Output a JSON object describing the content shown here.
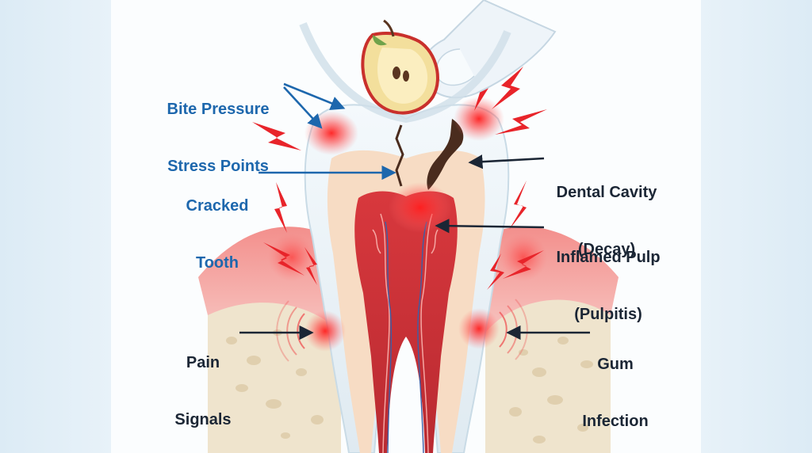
{
  "colors": {
    "blue_label": "#1d67ad",
    "dark_label": "#1b2635",
    "arrow_blue": "#1d67ad",
    "arrow_dark": "#1b2635",
    "inflammation": "#ee2a2f",
    "pain_bolt": "#e8242a",
    "gum": "#f2a9a6",
    "bone": "#efe4cd",
    "dentin": "#f7dcc4",
    "pulp": "#c8343a",
    "decay": "#4a2c1e",
    "enamel": "#e9f2f7"
  },
  "icons": [
    "apple-slice-icon",
    "finger-icon",
    "pain-bolt-icon",
    "inflammation-glow-icon",
    "pain-signal-ring-icon"
  ],
  "labels": {
    "bite_pressure": {
      "line1": "Bite Pressure",
      "line2": "Stress Points"
    },
    "cracked_tooth": {
      "line1": "Cracked",
      "line2": "Tooth"
    },
    "dental_cavity": {
      "line1": "Dental Cavity",
      "line2": "(Decay)"
    },
    "inflamed_pulp": {
      "line1": "Inflamed Pulp",
      "line2": "(Pulpitis)"
    },
    "pain_signals": {
      "line1": "Pain",
      "line2": "Signals"
    },
    "gum_infection": {
      "line1": "Gum",
      "line2": "Infection"
    }
  }
}
